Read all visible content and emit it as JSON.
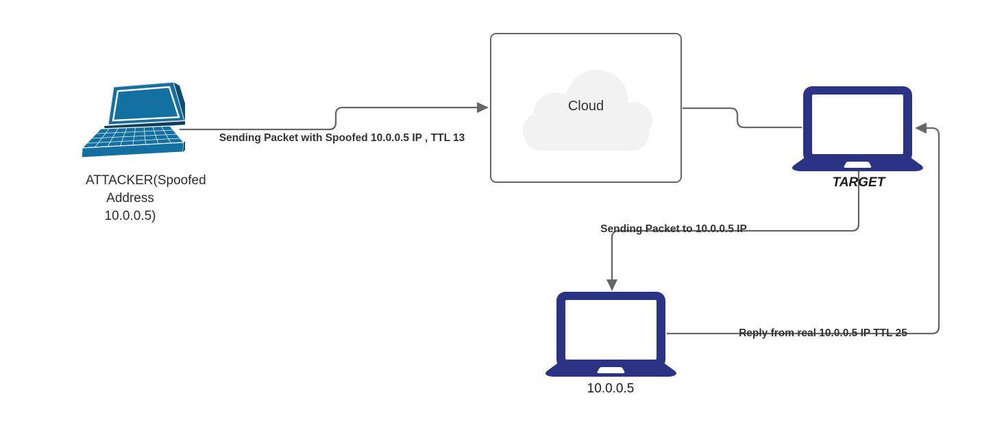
{
  "diagram": {
    "type": "network-attack-flow",
    "nodes": {
      "attacker": {
        "label": "ATTACKER(Spoofed Address 10.0.0.5)",
        "icon": "laptop-perspective-icon",
        "color": "#1470a0"
      },
      "cloud": {
        "label": "Cloud",
        "icon": "cloud-icon",
        "fill": "#f2f2f2",
        "border": "#666666"
      },
      "target": {
        "label": "TARGET",
        "icon": "laptop-icon",
        "color": "#2b3384"
      },
      "real_host": {
        "label": "10.0.0.5",
        "icon": "laptop-icon",
        "color": "#2b3384"
      }
    },
    "edges": [
      {
        "id": "attacker-to-cloud",
        "label": "Sending Packet with Spoofed 10.0.0.5 IP , TTL 13",
        "from": "attacker",
        "to": "cloud"
      },
      {
        "id": "target-to-real-host",
        "label": "Sending Packet to 10.0.0.5 IP",
        "from": "target",
        "to": "real_host"
      },
      {
        "id": "real-host-to-target",
        "label": "Reply from real 10.0.0.5 IP TTL 25",
        "from": "real_host",
        "to": "target"
      }
    ],
    "colors": {
      "connector": "#666666",
      "edge_label_text": "#333333",
      "node_label_text": "#2d2d2d",
      "navy_laptop": "#2b3384",
      "teal_laptop": "#1470a0",
      "cloud_fill": "#f2f2f2"
    }
  }
}
